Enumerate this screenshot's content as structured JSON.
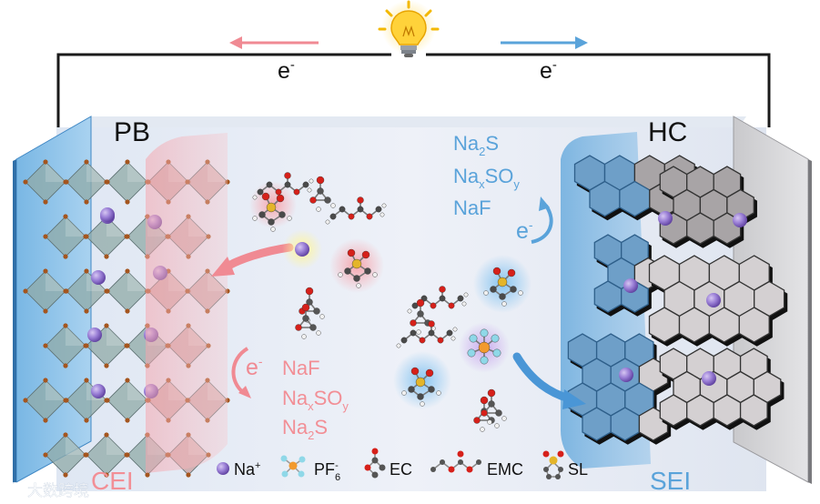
{
  "circuit": {
    "electron_left": "e",
    "electron_right": "e",
    "superscript_minus": "-"
  },
  "cathode": {
    "label": "PB",
    "interphase_label": "CEI",
    "electron_label": "e",
    "products": {
      "line1": "NaF",
      "line2_a": "Na",
      "line2_sub": "x",
      "line2_b": "SO",
      "line2_sub2": "y",
      "line3_a": "Na",
      "line3_sub": "2",
      "line3_b": "S"
    }
  },
  "anode": {
    "label": "HC",
    "interphase_label": "SEI",
    "electron_label": "e",
    "products": {
      "line1_a": "Na",
      "line1_sub": "2",
      "line1_b": "S",
      "line2_a": "Na",
      "line2_sub": "x",
      "line2_b": "SO",
      "line2_sub2": "y",
      "line3": "NaF"
    }
  },
  "legend": {
    "na": "Na",
    "na_sup": "+",
    "pf6": "PF",
    "pf6_sub": "6",
    "pf6_sup": "-",
    "ec": "EC",
    "emc": "EMC",
    "sl": "SL"
  },
  "watermark": "大数跨境",
  "colors": {
    "cathode_arrow": "#f08a93",
    "anode_arrow": "#5aa3da",
    "cei_text": "#f28f96",
    "sei_text": "#5aa3da",
    "na_ion": "#8a6cc8",
    "wire": "#1a1a1a"
  }
}
